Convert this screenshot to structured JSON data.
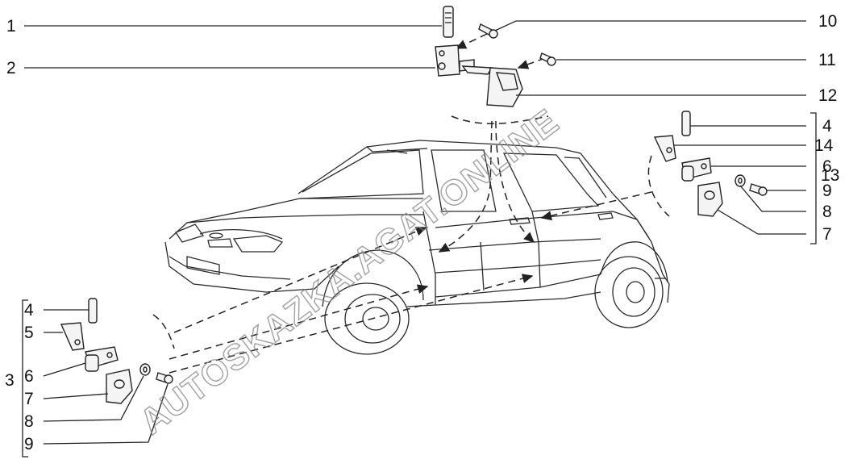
{
  "watermark": "AUTOSKAZKA.AGAT.ONLINE",
  "callouts": {
    "c1": "1",
    "c2": "2",
    "c10": "10",
    "c11": "11",
    "c12": "12",
    "r4": "4",
    "r14": "14",
    "r6": "6",
    "r13": "13",
    "r9": "9",
    "r8": "8",
    "r7": "7",
    "l4": "4",
    "l5": "5",
    "l3": "3",
    "l6": "6",
    "l7": "7",
    "l8": "8",
    "l9": "9"
  },
  "icons": [
    "hinge-pin-icon",
    "hinge-bracket-icon",
    "bolt-icon",
    "washer-icon",
    "hinge-plate-icon"
  ]
}
